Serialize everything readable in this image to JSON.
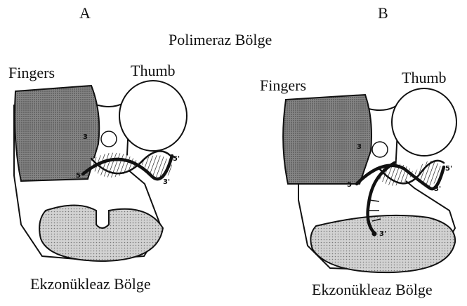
{
  "panels": [
    {
      "letter": "A",
      "fingers": "Fingers",
      "thumb": "Thumb",
      "exo": "Ekzonükleaz Bölge",
      "end_3_left": "3",
      "end_5_left": "5",
      "end_5_right": "5'",
      "end_3_right": "3'"
    },
    {
      "letter": "B",
      "fingers": "Fingers",
      "thumb": "Thumb",
      "exo": "Ekzonükleaz Bölge",
      "end_3_left": "3",
      "end_5_left": "5",
      "end_5_right": "5'",
      "end_3_right": "3'",
      "end_3_exo": "3'"
    }
  ],
  "title": "Polimeraz Bölge",
  "colors": {
    "shade": "#6d6d6d",
    "stipple": "#bdbdbd",
    "line": "#111111"
  }
}
